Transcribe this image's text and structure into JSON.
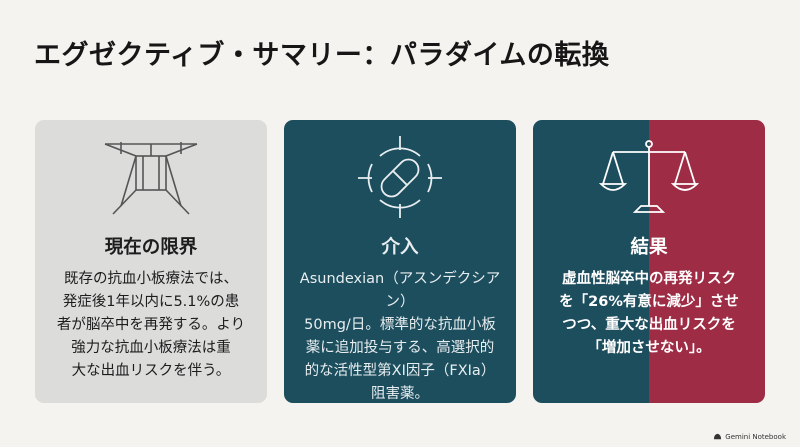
{
  "title": "エグゼクティブ・サマリー：パラダイムの転換",
  "cards": [
    {
      "icon": "cage-icon",
      "heading": "現在の限界",
      "lines": [
        "既存の抗血小板療法では、",
        "発症後1年以内に5.1%の患",
        "者が脳卒中を再発する。より",
        "強力な抗血小板療法は重",
        "大な出血リスクを伴う。"
      ]
    },
    {
      "icon": "targeted-capsule-icon",
      "heading": "介入",
      "lines": [
        "Asundexian（アスンデクシアン）",
        "50mg/日。標準的な抗血小板",
        "薬に追加投与する、高選択的",
        "的な活性型第XI因子（FXIa）",
        "阻害薬。"
      ]
    },
    {
      "icon": "balance-scale-icon",
      "heading": "結果",
      "lines": [
        "虚血性脳卒中の再発リスク",
        "を「26%有意に減少」させ",
        "つつ、重大な出血リスクを",
        "「増加させない」。"
      ]
    }
  ],
  "colors": {
    "background": "#f4f3ef",
    "card_gray": "#dcdcda",
    "card_teal": "#1d4e5e",
    "card_red": "#9e2c45"
  },
  "footer": {
    "brand": "Gemini Notebook",
    "icon": "notebook-logo-icon"
  }
}
